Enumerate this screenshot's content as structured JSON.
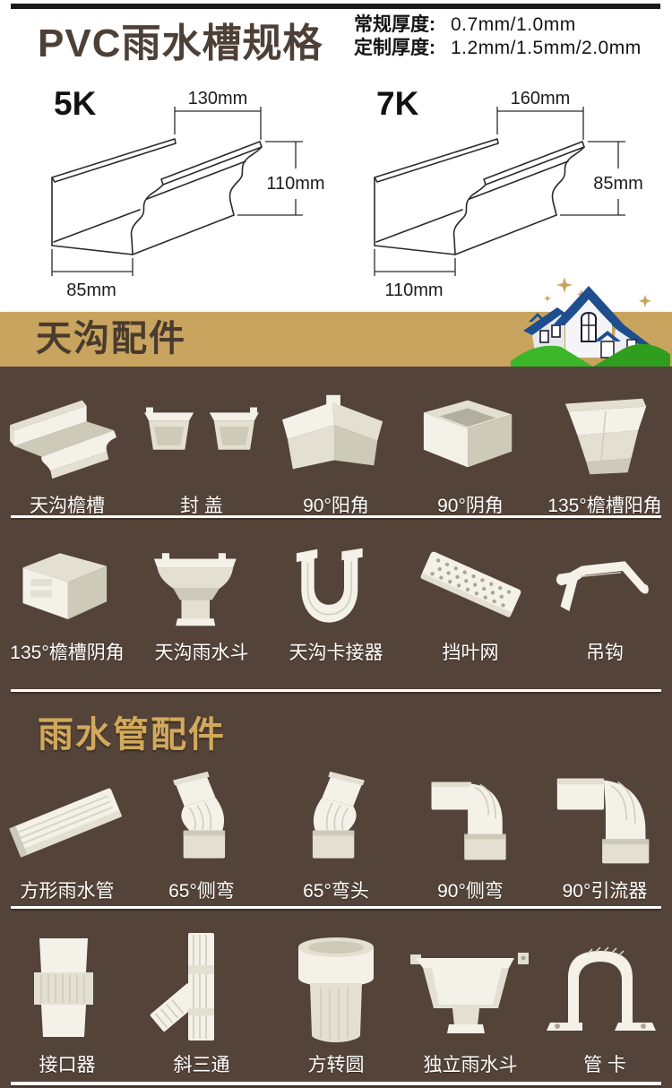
{
  "header": {
    "title": "PVC雨水槽规格",
    "specs": [
      {
        "label": "常规厚度:",
        "value": "0.7mm/1.0mm"
      },
      {
        "label": "定制厚度:",
        "value": "1.2mm/1.5mm/2.0mm"
      }
    ]
  },
  "diagrams": [
    {
      "model": "5K",
      "top": "130mm",
      "height": "110mm",
      "bottom": "85mm"
    },
    {
      "model": "7K",
      "top": "160mm",
      "height": "85mm",
      "bottom": "110mm"
    }
  ],
  "sections": [
    {
      "title": "天沟配件",
      "rows": [
        [
          "天沟檐槽",
          "封 盖",
          "90°阳角",
          "90°阴角",
          "135°檐槽阳角"
        ],
        [
          "135°檐槽阴角",
          "天沟雨水斗",
          "天沟卡接器",
          "挡叶网",
          "吊钩"
        ]
      ]
    },
    {
      "title": "雨水管配件",
      "rows": [
        [
          "方形雨水管",
          "65°侧弯",
          "65°弯头",
          "90°侧弯",
          "90°引流器"
        ],
        [
          "接口器",
          "斜三通",
          "方转圆",
          "独立雨水斗",
          "管 卡"
        ]
      ]
    }
  ],
  "colors": {
    "top_bar": "#1a1a1a",
    "title_text": "#4d4037",
    "banner_gold": "#c8a45f",
    "banner_text": "#4a3b2e",
    "body_brown": "#544338",
    "gold_heading": "#d2a95c",
    "label_text": "#ffffff",
    "product_white": "#f3f1e8",
    "house_roof_navy": "#1f4e8f",
    "house_grass_green": "#3cb629",
    "sparkle_gold": "#c9a35b"
  }
}
